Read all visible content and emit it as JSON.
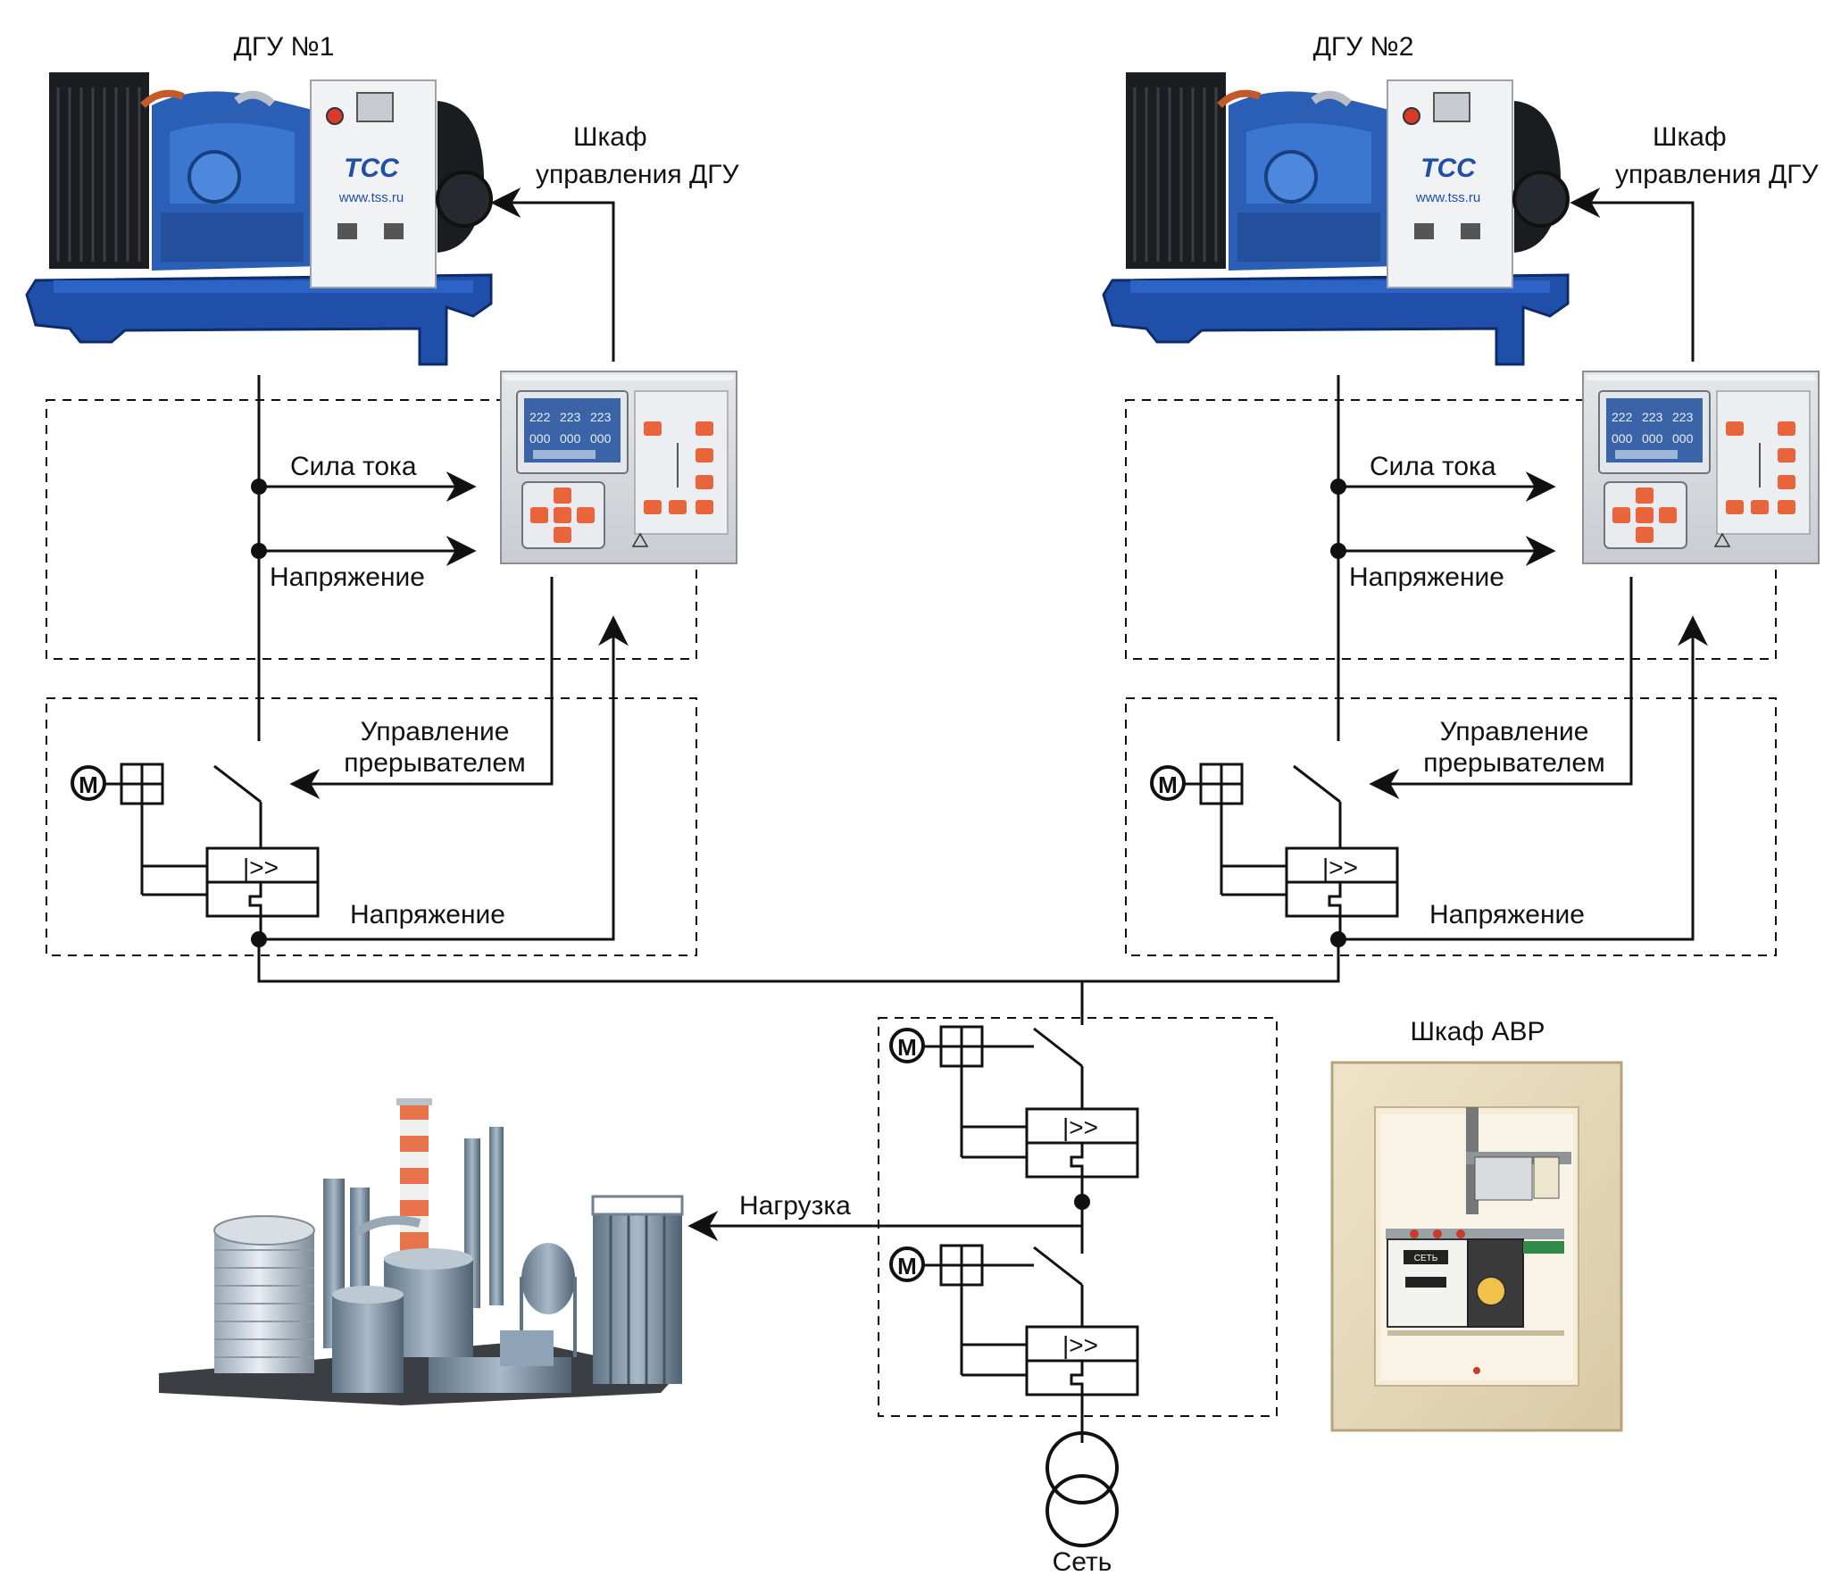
{
  "labels": {
    "dgu1": "ДГУ №1",
    "dgu2": "ДГУ №2",
    "control_cabinet_line1": "Шкаф",
    "control_cabinet_line2": "управления ДГУ",
    "current": "Сила тока",
    "voltage": "Напряжение",
    "breaker_control_line1": "Управление",
    "breaker_control_line2": "прерывателем",
    "load": "Нагрузка",
    "avr_cabinet": "Шкаф АВР",
    "grid": "Сеть"
  },
  "symbols": {
    "motor": "M",
    "overcurrent_relay": "|>>"
  },
  "generator": {
    "logo_text": "TCC",
    "site_text": "www.tss.ru"
  },
  "controller": {
    "display_values": [
      "222",
      "223",
      "223",
      "000",
      "000",
      "000"
    ]
  },
  "avr_panel": {
    "switch_label": "СЕТЬ"
  },
  "colors": {
    "generator_blue": "#1f4fa8",
    "controller_panel": "#d6d9dd",
    "controller_button": "#e8643a",
    "avr_cabinet": "#e9dcc0",
    "line": "#111111"
  }
}
